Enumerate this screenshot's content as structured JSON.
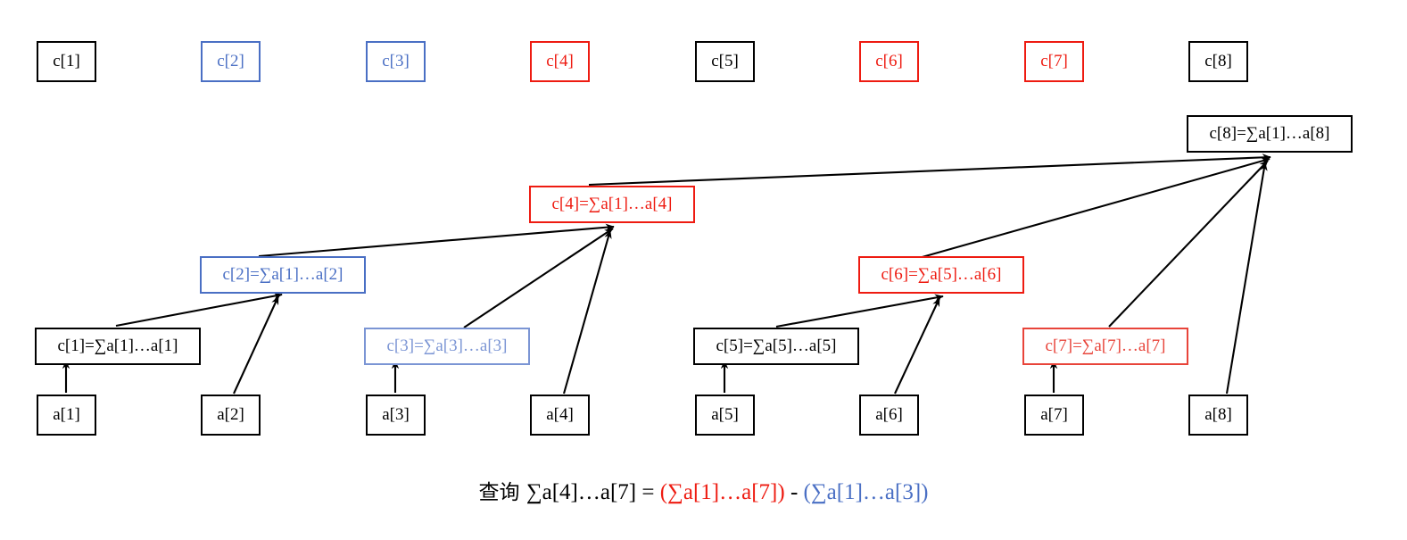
{
  "diagram": {
    "title": "Fenwick tree (binary indexed tree) range query illustration",
    "colors": {
      "black": "#000000",
      "blue": "#4a6fc4",
      "blue_light": "#7b95d4",
      "red": "#ee1b11",
      "red_light": "#e8443a",
      "background": "#ffffff"
    },
    "top_row": [
      {
        "label": "c[1]",
        "color": "black"
      },
      {
        "label": "c[2]",
        "color": "blue"
      },
      {
        "label": "c[3]",
        "color": "blue"
      },
      {
        "label": "c[4]",
        "color": "red"
      },
      {
        "label": "c[5]",
        "color": "black"
      },
      {
        "label": "c[6]",
        "color": "red"
      },
      {
        "label": "c[7]",
        "color": "red"
      },
      {
        "label": "c[8]",
        "color": "black"
      }
    ],
    "nodes": [
      {
        "label": "c[8]=∑a[1]…a[8]",
        "color": "black"
      },
      {
        "label": "c[4]=∑a[1]…a[4]",
        "color": "red"
      },
      {
        "label": "c[2]=∑a[1]…a[2]",
        "color": "blue"
      },
      {
        "label": "c[6]=∑a[5]…a[6]",
        "color": "red"
      },
      {
        "label": "c[1]=∑a[1]…a[1]",
        "color": "black"
      },
      {
        "label": "c[3]=∑a[3]…a[3]",
        "color": "blue_light"
      },
      {
        "label": "c[5]=∑a[5]…a[5]",
        "color": "black"
      },
      {
        "label": "c[7]=∑a[7]…a[7]",
        "color": "red_light"
      }
    ],
    "bottom_row": [
      {
        "label": "a[1]",
        "color": "black"
      },
      {
        "label": "a[2]",
        "color": "black"
      },
      {
        "label": "a[3]",
        "color": "black"
      },
      {
        "label": "a[4]",
        "color": "black"
      },
      {
        "label": "a[5]",
        "color": "black"
      },
      {
        "label": "a[6]",
        "color": "black"
      },
      {
        "label": "a[7]",
        "color": "black"
      },
      {
        "label": "a[8]",
        "color": "black"
      }
    ],
    "caption": {
      "prefix_cn": "查询 ",
      "query": "∑a[4]…a[7] = ",
      "minuend": "(∑a[1]…a[7])",
      "operator": " - ",
      "subtrahend": "(∑a[1]…a[3])"
    }
  }
}
